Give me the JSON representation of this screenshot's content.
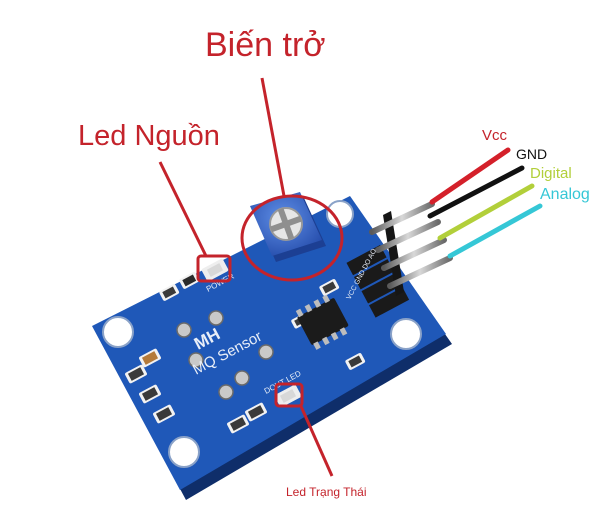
{
  "labels": {
    "bien_tro": "Biến trở",
    "led_nguon": "Led Nguồn",
    "led_trang_thai": "Led Trạng Thái",
    "vcc": "Vcc",
    "gnd": "GND",
    "digital": "Digital",
    "analog": "Analog"
  },
  "board_text": {
    "logo": "MH",
    "name": "MQ Sensor",
    "power": "POWER",
    "dout": "DOUT LED",
    "pins": "VCC GND DO AO"
  },
  "colors": {
    "annotation": "#c4232b",
    "board": "#1f58b8",
    "board_dark": "#163f8c",
    "wire_vcc": "#d4202a",
    "wire_gnd": "#111111",
    "wire_digital": "#b2cf3a",
    "wire_analog": "#35c7d6"
  }
}
